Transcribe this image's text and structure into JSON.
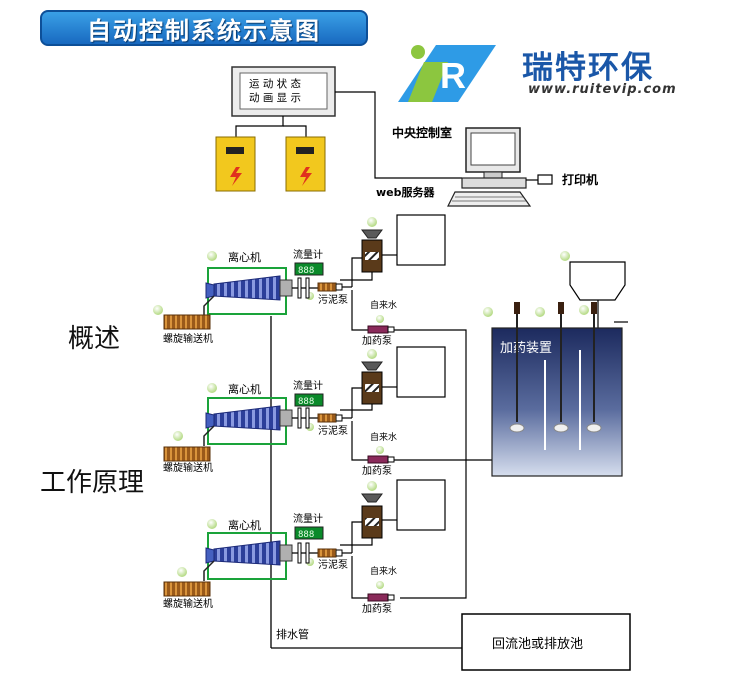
{
  "title": "自动控制系统示意图",
  "brand": {
    "name": "瑞特环保",
    "url": "www.ruitevip.com",
    "logo_letters": "iR"
  },
  "display_panel": {
    "line1": "运 动 状 态",
    "line2": "动 画 显 示"
  },
  "labels": {
    "control_room": "中央控制室",
    "printer": "打印机",
    "web_server": "web服务器",
    "centrifuge": "离心机",
    "flowmeter": "流量计",
    "sludge_pump": "污泥泵",
    "tap_water": "自来水",
    "dosing_pump": "加药泵",
    "screw_conveyor": "螺旋输送机",
    "dosing_device": "加药装置",
    "drain_pipe": "排水管",
    "return_pool": "回流池或排放池",
    "flowmeter_digits": "888"
  },
  "side_headings": {
    "overview": "概述",
    "principle": "工作原理"
  },
  "colors": {
    "title_bg": "#1b6fc4",
    "cabinet": "#f2c81e",
    "tank_top": "#1c2a5e",
    "tank_bottom": "#d6deee",
    "indicator": "#d4edb0",
    "frame_green": "#1aa33a",
    "flow_display": "#0a8a2a"
  }
}
